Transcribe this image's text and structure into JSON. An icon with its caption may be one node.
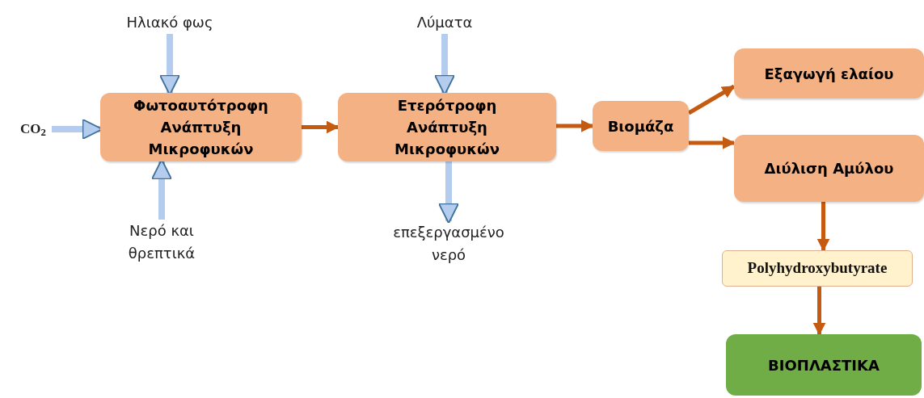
{
  "diagram": {
    "nodes": [
      {
        "text": [
          "Ηλιακό φως"
        ]
      },
      {
        "text": [
          "CO$_{2}$"
        ]
      },
      {
        "text": [
          "Φωτοαυτότροφη Ανάπτυξη Μικροφυκών"
        ]
      },
      {
        "text": [
          "Νερό και θρεπτικά"
        ]
      },
      {
        "text": [
          "Λύματα"
        ]
      },
      {
        "text": [
          "Ετερότροφη Ανάπτυξη Μικροφυκών"
        ]
      },
      {
        "text": [
          "επεξεργασμένο νερό"
        ]
      },
      {
        "text": [
          "Βιομάζα"
        ]
      },
      {
        "text": [
          "Εξαγωγή ελαίου"
        ]
      },
      {
        "text": [
          "Διύλιση Αμύλου"
        ]
      },
      {
        "text": [
          "Polyhydroxybutyrate"
        ]
      },
      {
        "text": [
          "ΒΙΟΠΛΑΣΤΙΚΑ"
        ]
      }
    ],
    "edges": [
      {
        "from": 0,
        "to": 2,
        "arrow": "to",
        "color": "#b4cdee"
      },
      {
        "from": 1,
        "to": 2,
        "arrow": "to",
        "color": "#b4cdee"
      },
      {
        "from": 3,
        "to": 2,
        "arrow": "to",
        "color": "#b4cdee"
      },
      {
        "from": 2,
        "to": 5,
        "arrow": "to"
      },
      {
        "from": 4,
        "to": 5,
        "arrow": "to",
        "color": "#b4cdee"
      },
      {
        "from": 5,
        "to": 6,
        "arrow": "to",
        "color": "#b4cdee"
      },
      {
        "from": 5,
        "to": 7,
        "arrow": "to"
      },
      {
        "from": 7,
        "to": 8,
        "arrow": "to"
      },
      {
        "from": 7,
        "to": 9,
        "arrow": "to"
      },
      {
        "from": 9,
        "to": 10,
        "arrow": "to"
      },
      {
        "from": 10,
        "to": 11,
        "arrow": "to"
      }
    ]
  }
}
